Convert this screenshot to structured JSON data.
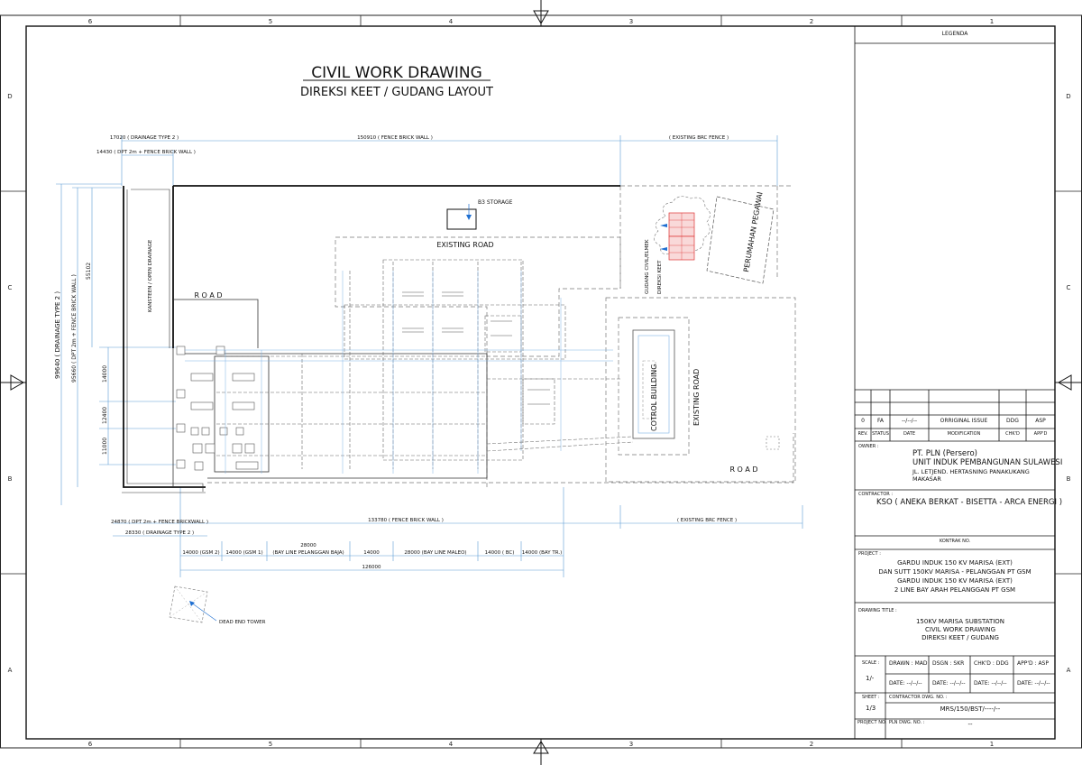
{
  "border": {
    "top_cols": [
      "6",
      "5",
      "4",
      "3",
      "2",
      "1"
    ],
    "side_rows": [
      "D",
      "C",
      "B",
      "A"
    ]
  },
  "drawing": {
    "title": "CIVIL WORK DRAWING",
    "subtitle": "DIREKSI KEET / GUDANG LAYOUT"
  },
  "labels": {
    "dim_drainage_top": "17020 ( DRAINAGE TYPE 2 )",
    "dim_dpt_top": "14430 ( DPT 2m + FENCE BRICK WALL )",
    "dim_fence_top": "150910 ( FENCE BRICK WALL )",
    "dim_brc_top": "( EXISTING BRC FENCE )",
    "b3_storage": "B3 STORAGE",
    "existing_road_top": "EXISTING ROAD",
    "gudang": "GUDANG CIVIL/ELMEK",
    "direksi_keet": "DIREKSI KEET",
    "perumahan": "PERUMAHAN PEGAWAI",
    "road_left": "R O A D",
    "kansteen": "KANSTEEN / OPEN DRAINAGE",
    "control_building": "COTROL BUILDING",
    "existing_road_right": "EXISTING ROAD",
    "road_right": "R O A D",
    "dim_drainage_left": "99640 ( DRAINAGE TYPE 2 )",
    "dim_dpt_left": "95660 ( DPT 2m + FENCE BRICK WALL )",
    "dim_55102": "55102",
    "dim_14000": "14000",
    "dim_12400": "12400",
    "dim_11000": "11000",
    "dim_dpt_bottom": "24870 ( DPT 2m + FENCE BRICKWALL )",
    "dim_drainage_bottom": "28330 ( DRAINAGE TYPE 2 )",
    "dim_fence_bottom": "133780 ( FENCE BRICK WALL )",
    "dim_brc_bottom": "( EXISTING BRC FENCE )",
    "bay_gsm2": "14000 (GSM 2)",
    "bay_gsm1": "14000 (GSM 1)",
    "bay_baja_len": "28000",
    "bay_baja": "(BAY LINE PELANGGAN BAJA)",
    "bay_14000": "14000",
    "bay_maleo": "28000 (BAY LINE MALEO)",
    "bay_bc": "14000 ( BC)",
    "bay_tr": "14000 (BAY TR.)",
    "dim_total": "126000",
    "dead_end": "DEAD END  TOWER"
  },
  "title_block": {
    "legend": "LEGENDA",
    "rev": {
      "no": "0",
      "status": "FA",
      "date": "--/--/--",
      "modification": "ORRIGINAL ISSUE",
      "chkd": "DDG",
      "appd": "ASP"
    },
    "rev_headers": {
      "no": "REV.",
      "status": "STATUS",
      "date": "DATE",
      "modification": "MODIFICATION",
      "chkd": "CHK'D",
      "appd": "APP'D"
    },
    "owner_label": "OWNER :",
    "owner_1": "PT. PLN (Persero)",
    "owner_2": "UNIT INDUK PEMBANGUNAN SULAWESI",
    "owner_3": "JL. LETJEND. HERTASNING PANAKUKANG",
    "owner_4": "MAKASAR",
    "contractor_label": "CONTRACTOR :",
    "contractor": "KSO ( ANEKA BERKAT - BISETTA - ARCA ENERGI )",
    "kontrak": "KONTRAK NO.",
    "project_label": "PROJECT :",
    "project_1": "GARDU INDUK 150 KV MARISA (EXT)",
    "project_2": "DAN SUTT 150KV MARISA - PELANGGAN PT GSM",
    "project_3": "GARDU INDUK 150 KV MARISA (EXT)",
    "project_4": "2 LINE BAY ARAH PELANGGAN PT GSM",
    "drawing_title_label": "DRAWING TITLE :",
    "dt_1": "150KV MARISA SUBSTATION",
    "dt_2": "CIVIL WORK DRAWING",
    "dt_3": "DIREKSI KEET / GUDANG",
    "scale_label": "SCALE :",
    "scale": "1/-",
    "drawn": "DRAWN : MAD",
    "dsgn": "DSGN : SKR",
    "chkd": "CHK'D : DDG",
    "appd": "APP'D : ASP",
    "date_label": "DATE: --/--/--",
    "sheet_label": "SHEET :",
    "sheet": "1/3",
    "contractor_dwg_label": "CONTRACTOR DWG. NO. :",
    "contractor_dwg": "MRS/150/BST/----/--",
    "project_no_label": "PROJECT NO.",
    "pln_dwg_label": "PLN DWG. NO. :",
    "pln_dwg": "--"
  }
}
